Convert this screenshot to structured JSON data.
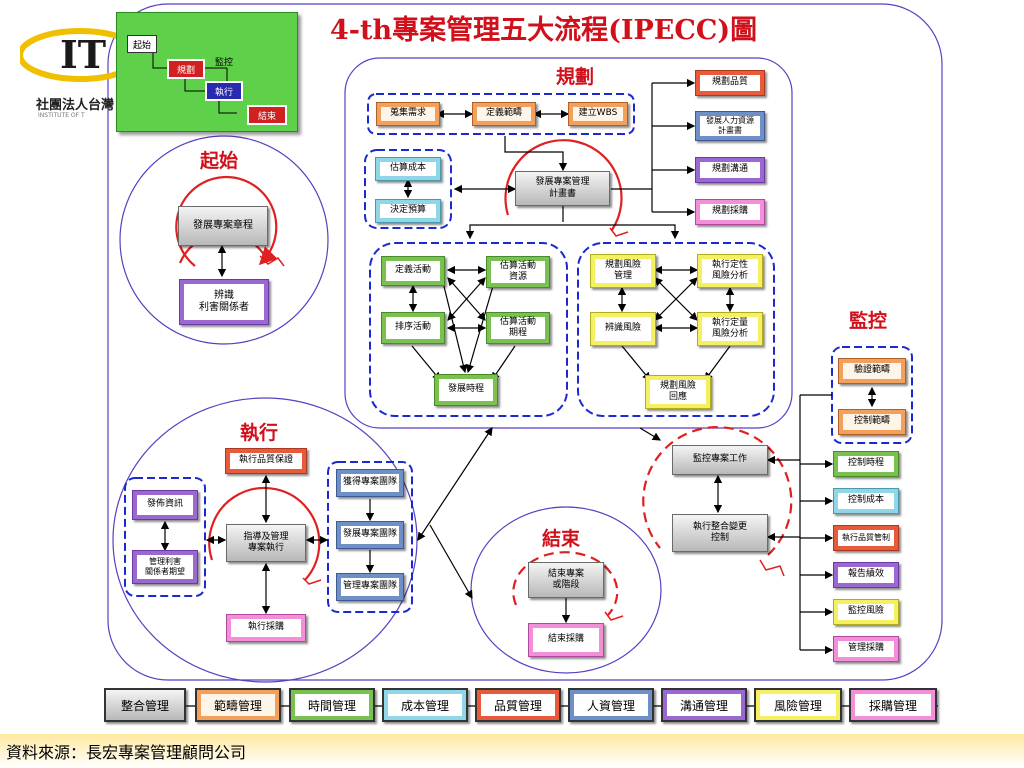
{
  "title": "4-th專案管理五大流程(IPECC)圖",
  "source_note": "資料來源：長宏專案管理顧問公司",
  "logo": {
    "brand": "IT",
    "org_name": "社團法人台灣",
    "subtitle": "INSTITUTE OF T"
  },
  "legend_mini": {
    "start": "起始",
    "plan": "規劃",
    "monitor": "監控",
    "execute": "執行",
    "close": "結束"
  },
  "phases": {
    "plan": "規劃",
    "start": "起始",
    "monitor": "監控",
    "execute": "執行",
    "close": "結束"
  },
  "plan_boxes": {
    "collect_req": "蒐集需求",
    "define_scope": "定義範疇",
    "create_wbs": "建立WBS",
    "estimate_cost": "估算成本",
    "determine_budget": "決定預算",
    "develop_pmp": "發展專案管理\n計畫書",
    "define_activities": "定義活動",
    "estimate_resources": "估算活動\n資源",
    "sequence_activities": "排序活動",
    "estimate_durations": "估算活動\n期程",
    "develop_schedule": "發展時程",
    "plan_risk": "規劃風險\n管理",
    "qualitative_risk": "執行定性\n風險分析",
    "identify_risk": "辨識風險",
    "quantitative_risk": "執行定量\n風險分析",
    "plan_risk_response": "規劃風險\n回應",
    "plan_quality": "規劃品質",
    "develop_hr_plan": "發展人力資源\n計畫書",
    "plan_comm": "規劃溝通",
    "plan_procurement": "規劃採購"
  },
  "start_boxes": {
    "develop_charter": "發展專案章程",
    "identify_stakeholders": "辨識\n利害關係者"
  },
  "monitor_boxes": {
    "verify_scope": "驗證範疇",
    "control_scope": "控制範疇",
    "monitor_work": "監控專案工作",
    "integrated_change": "執行整合變更\n控制",
    "control_schedule": "控制時程",
    "control_cost": "控制成本",
    "quality_control": "執行品質管制",
    "report_performance": "報告績效",
    "monitor_risk": "監控風險",
    "administer_procurement": "管理採購"
  },
  "execute_boxes": {
    "quality_assurance": "執行品質保證",
    "distribute_info": "發佈資訊",
    "manage_expectations": "管理利害\n關係者期望",
    "direct_manage": "指導及管理\n專案執行",
    "acquire_team": "獲得專案團隊",
    "develop_team": "發展專案團隊",
    "manage_team": "管理專案團隊",
    "conduct_procurement": "執行採購"
  },
  "close_boxes": {
    "close_project": "結束專案\n或階段",
    "close_procurement": "結束採購"
  },
  "knowledge_areas": [
    "整合管理",
    "範疇管理",
    "時間管理",
    "成本管理",
    "品質管理",
    "人資管理",
    "溝通管理",
    "風險管理",
    "採購管理"
  ]
}
